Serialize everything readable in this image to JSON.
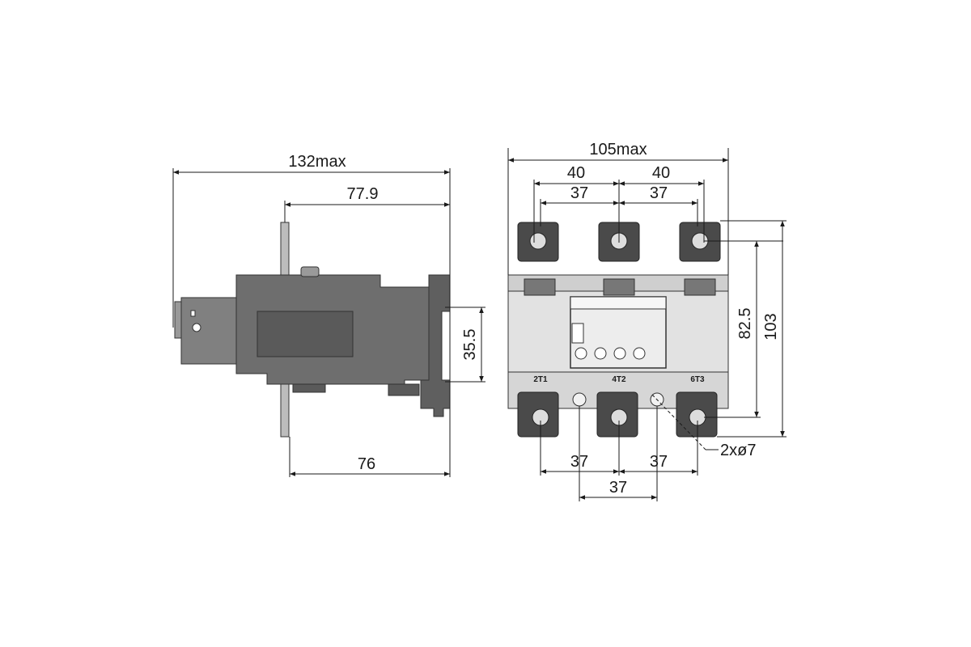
{
  "side_view": {
    "dim_overall": "132max",
    "dim_top": "77.9",
    "dim_bottom": "76",
    "dim_rail": "35.5"
  },
  "front_view": {
    "dim_width": "105max",
    "dim_pitch_top_left": "40",
    "dim_pitch_top_right": "40",
    "dim_inner_top_left": "37",
    "dim_inner_top_right": "37",
    "dim_bottom_left": "37",
    "dim_bottom_right": "37",
    "dim_mount_holes": "37",
    "dim_height_inner": "82.5",
    "dim_height_overall": "103",
    "hole_label": "2xø7",
    "terminals": [
      "2T1",
      "4T2",
      "6T3"
    ]
  },
  "colors": {
    "body_dark": "#6e6e6e",
    "body_darker": "#555555",
    "terminal": "#4a4a4a",
    "front_body": "#dcdcdc",
    "line": "#1a1a1a"
  }
}
